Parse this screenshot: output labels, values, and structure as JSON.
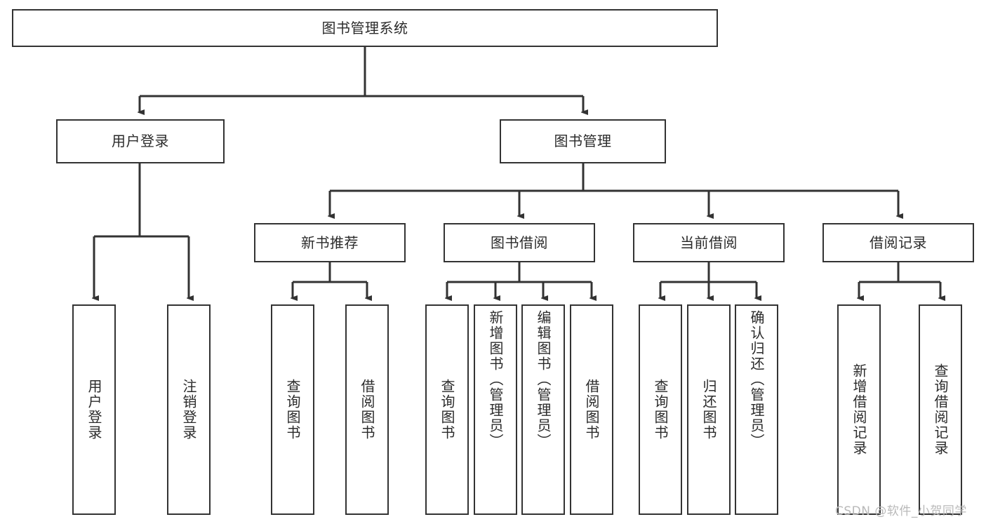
{
  "diagram": {
    "type": "tree-hierarchy",
    "title": "图书管理系统",
    "root": {
      "label": "图书管理系统"
    },
    "level2": [
      {
        "label": "用户登录"
      },
      {
        "label": "图书管理"
      }
    ],
    "level3": [
      {
        "label": "新书推荐"
      },
      {
        "label": "图书借阅"
      },
      {
        "label": "当前借阅"
      },
      {
        "label": "借阅记录"
      }
    ],
    "leaves": {
      "user_login": [
        {
          "label": "用户登录"
        },
        {
          "label": "注销登录"
        }
      ],
      "new_book_recommend": [
        {
          "label": "查询图书"
        },
        {
          "label": "借阅图书"
        }
      ],
      "book_borrow": [
        {
          "label": "查询图书"
        },
        {
          "label": "新增图书（管理员）"
        },
        {
          "label": "编辑图书（管理员）"
        },
        {
          "label": "借阅图书"
        }
      ],
      "current_borrow": [
        {
          "label": "查询图书"
        },
        {
          "label": "归还图书"
        },
        {
          "label": "确认归还（管理员）"
        }
      ],
      "borrow_record": [
        {
          "label": "新增借阅记录"
        },
        {
          "label": "查询借阅记录"
        }
      ]
    }
  },
  "watermark": {
    "text": "CSDN @软件_小贺同学"
  },
  "colors": {
    "box_border": "#333333",
    "text": "#2b2b2b",
    "background": "#ffffff",
    "connector": "#333333",
    "watermark": "#b9b9b9"
  }
}
